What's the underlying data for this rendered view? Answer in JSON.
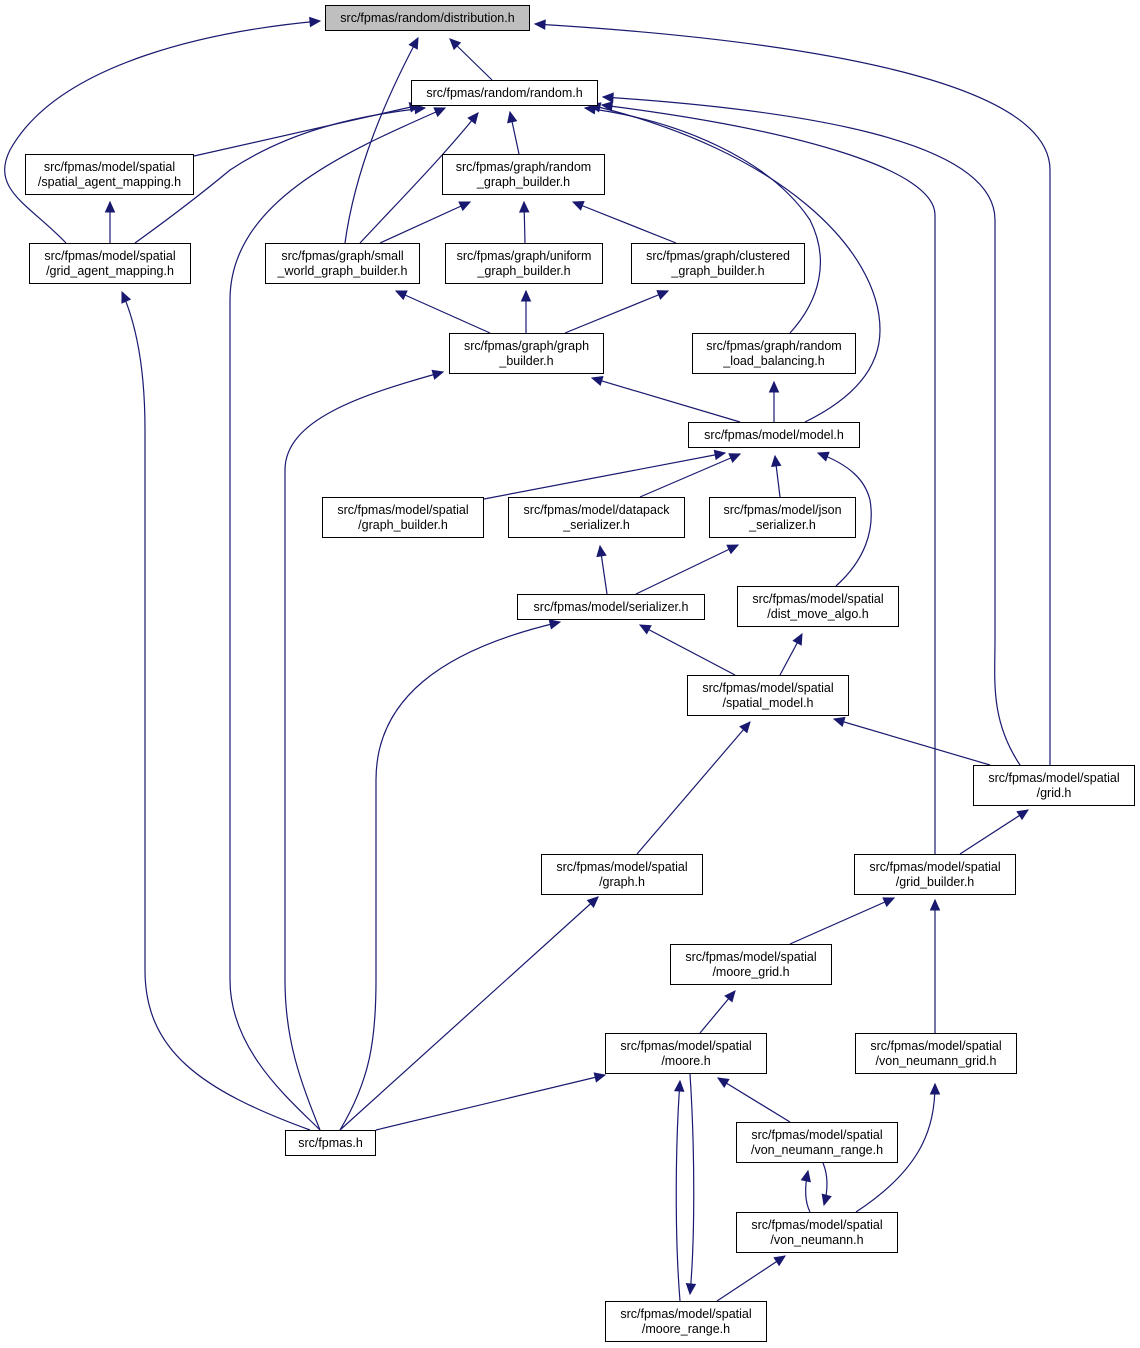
{
  "diagram": {
    "edge_color": "#191970",
    "root_fill": "#bfbfbf",
    "nodes": [
      {
        "id": "distribution",
        "lines": [
          "src/fpmas/random/distribution.h"
        ],
        "root": true
      },
      {
        "id": "random",
        "lines": [
          "src/fpmas/random/random.h"
        ]
      },
      {
        "id": "spatial_agent_mapping",
        "lines": [
          "src/fpmas/model/spatial",
          "/spatial_agent_mapping.h"
        ]
      },
      {
        "id": "random_graph_builder",
        "lines": [
          "src/fpmas/graph/random",
          "_graph_builder.h"
        ]
      },
      {
        "id": "grid_agent_mapping",
        "lines": [
          "src/fpmas/model/spatial",
          "/grid_agent_mapping.h"
        ]
      },
      {
        "id": "small_world",
        "lines": [
          "src/fpmas/graph/small",
          "_world_graph_builder.h"
        ]
      },
      {
        "id": "uniform",
        "lines": [
          "src/fpmas/graph/uniform",
          "_graph_builder.h"
        ]
      },
      {
        "id": "clustered",
        "lines": [
          "src/fpmas/graph/clustered",
          "_graph_builder.h"
        ]
      },
      {
        "id": "graph_builder",
        "lines": [
          "src/fpmas/graph/graph",
          "_builder.h"
        ]
      },
      {
        "id": "random_lb",
        "lines": [
          "src/fpmas/graph/random",
          "_load_balancing.h"
        ]
      },
      {
        "id": "model",
        "lines": [
          "src/fpmas/model/model.h"
        ]
      },
      {
        "id": "spatial_graph_builder",
        "lines": [
          "src/fpmas/model/spatial",
          "/graph_builder.h"
        ]
      },
      {
        "id": "datapack",
        "lines": [
          "src/fpmas/model/datapack",
          "_serializer.h"
        ]
      },
      {
        "id": "json",
        "lines": [
          "src/fpmas/model/json",
          "_serializer.h"
        ]
      },
      {
        "id": "serializer",
        "lines": [
          "src/fpmas/model/serializer.h"
        ]
      },
      {
        "id": "dist_move",
        "lines": [
          "src/fpmas/model/spatial",
          "/dist_move_algo.h"
        ]
      },
      {
        "id": "spatial_model",
        "lines": [
          "src/fpmas/model/spatial",
          "/spatial_model.h"
        ]
      },
      {
        "id": "grid",
        "lines": [
          "src/fpmas/model/spatial",
          "/grid.h"
        ]
      },
      {
        "id": "spatial_graph",
        "lines": [
          "src/fpmas/model/spatial",
          "/graph.h"
        ]
      },
      {
        "id": "grid_builder",
        "lines": [
          "src/fpmas/model/spatial",
          "/grid_builder.h"
        ]
      },
      {
        "id": "moore_grid",
        "lines": [
          "src/fpmas/model/spatial",
          "/moore_grid.h"
        ]
      },
      {
        "id": "moore",
        "lines": [
          "src/fpmas/model/spatial",
          "/moore.h"
        ]
      },
      {
        "id": "vn_grid",
        "lines": [
          "src/fpmas/model/spatial",
          "/von_neumann_grid.h"
        ]
      },
      {
        "id": "fpmas",
        "lines": [
          "src/fpmas.h"
        ]
      },
      {
        "id": "vn_range",
        "lines": [
          "src/fpmas/model/spatial",
          "/von_neumann_range.h"
        ]
      },
      {
        "id": "vn",
        "lines": [
          "src/fpmas/model/spatial",
          "/von_neumann.h"
        ]
      },
      {
        "id": "moore_range",
        "lines": [
          "src/fpmas/model/spatial",
          "/moore_range.h"
        ]
      }
    ],
    "edges": [
      {
        "from": "random",
        "to": "distribution"
      },
      {
        "from": "grid_agent_mapping",
        "to": "distribution"
      },
      {
        "from": "small_world",
        "to": "distribution"
      },
      {
        "from": "grid",
        "to": "distribution"
      },
      {
        "from": "spatial_agent_mapping",
        "to": "random"
      },
      {
        "from": "grid_agent_mapping",
        "to": "random"
      },
      {
        "from": "small_world",
        "to": "random"
      },
      {
        "from": "random_graph_builder",
        "to": "random"
      },
      {
        "from": "fpmas",
        "to": "random"
      },
      {
        "from": "random_lb",
        "to": "random"
      },
      {
        "from": "model",
        "to": "random"
      },
      {
        "from": "grid_builder",
        "to": "random"
      },
      {
        "from": "grid",
        "to": "random"
      },
      {
        "from": "grid_agent_mapping",
        "to": "spatial_agent_mapping"
      },
      {
        "from": "small_world",
        "to": "random_graph_builder"
      },
      {
        "from": "uniform",
        "to": "random_graph_builder"
      },
      {
        "from": "clustered",
        "to": "random_graph_builder"
      },
      {
        "from": "fpmas",
        "to": "grid_agent_mapping"
      },
      {
        "from": "graph_builder",
        "to": "small_world"
      },
      {
        "from": "graph_builder",
        "to": "uniform"
      },
      {
        "from": "graph_builder",
        "to": "clustered"
      },
      {
        "from": "fpmas",
        "to": "graph_builder"
      },
      {
        "from": "model",
        "to": "graph_builder"
      },
      {
        "from": "model",
        "to": "random_lb"
      },
      {
        "from": "spatial_graph_builder",
        "to": "model"
      },
      {
        "from": "datapack",
        "to": "model"
      },
      {
        "from": "json",
        "to": "model"
      },
      {
        "from": "dist_move",
        "to": "model"
      },
      {
        "from": "serializer",
        "to": "datapack"
      },
      {
        "from": "serializer",
        "to": "json"
      },
      {
        "from": "fpmas",
        "to": "serializer"
      },
      {
        "from": "spatial_model",
        "to": "serializer"
      },
      {
        "from": "spatial_model",
        "to": "dist_move"
      },
      {
        "from": "spatial_graph",
        "to": "spatial_model"
      },
      {
        "from": "grid",
        "to": "spatial_model"
      },
      {
        "from": "grid_builder",
        "to": "grid"
      },
      {
        "from": "fpmas",
        "to": "spatial_graph"
      },
      {
        "from": "moore_grid",
        "to": "grid_builder"
      },
      {
        "from": "vn_grid",
        "to": "grid_builder"
      },
      {
        "from": "moore",
        "to": "moore_grid"
      },
      {
        "from": "fpmas",
        "to": "moore"
      },
      {
        "from": "vn_range",
        "to": "moore"
      },
      {
        "from": "moore_range",
        "to": "moore"
      },
      {
        "from": "moore",
        "to": "moore_range"
      },
      {
        "from": "vn",
        "to": "vn_grid"
      },
      {
        "from": "vn",
        "to": "vn_range"
      },
      {
        "from": "vn_range",
        "to": "vn"
      },
      {
        "from": "moore_range",
        "to": "vn"
      }
    ]
  }
}
